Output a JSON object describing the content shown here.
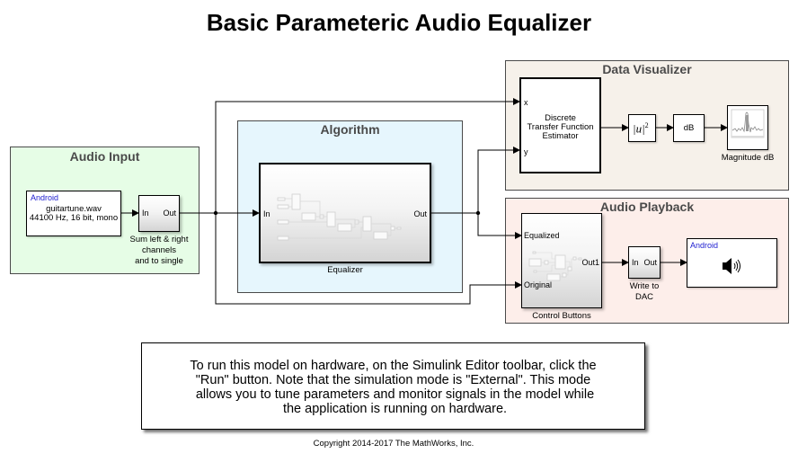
{
  "title": "Basic Parameteric Audio Equalizer",
  "areas": {
    "audio_input": {
      "title": "Audio Input",
      "color": "#e6fde6",
      "source_block": {
        "header": "Android",
        "line1": "guitartune.wav",
        "line2": "44100 Hz, 16 bit, mono"
      },
      "sum_block": {
        "in_port": "In",
        "out_port": "Out",
        "caption": [
          "Sum left & right",
          "channels",
          "and to single"
        ]
      }
    },
    "algorithm": {
      "title": "Algorithm",
      "color": "#e6f6fd",
      "equalizer_block": {
        "in_port": "In",
        "out_port": "Out",
        "caption": "Equalizer"
      }
    },
    "data_visualizer": {
      "title": "Data Visualizer",
      "color": "#f6f1ea",
      "estimator_block": {
        "x_port": "x",
        "y_port": "y",
        "label": [
          "Discrete",
          "Transfer Function",
          "Estimator"
        ]
      },
      "abs_squared_block": {
        "label": "|u|",
        "exponent": "2"
      },
      "db_block": {
        "label": "dB"
      },
      "scope_block": {
        "caption": "Magnitude dB"
      }
    },
    "audio_playback": {
      "title": "Audio Playback",
      "color": "#fdeeea",
      "control_block": {
        "port1": "Equalized",
        "port2": "Original",
        "out_port": "Out1",
        "caption": "Control Buttons"
      },
      "dac_block": {
        "in_port": "In",
        "out_port": "Out",
        "caption": [
          "Write to",
          "DAC"
        ]
      },
      "sink_block": {
        "header": "Android",
        "icon": "speaker-icon"
      }
    }
  },
  "note": {
    "lines": [
      "To run this model on hardware, on the Simulink Editor toolbar, click the",
      "\"Run\" button. Note that the simulation mode is \"External\". This mode",
      " allows you to tune parameters and monitor signals in the model while",
      " the application is running on hardware."
    ]
  },
  "copyright": "Copyright 2014-2017 The MathWorks, Inc."
}
